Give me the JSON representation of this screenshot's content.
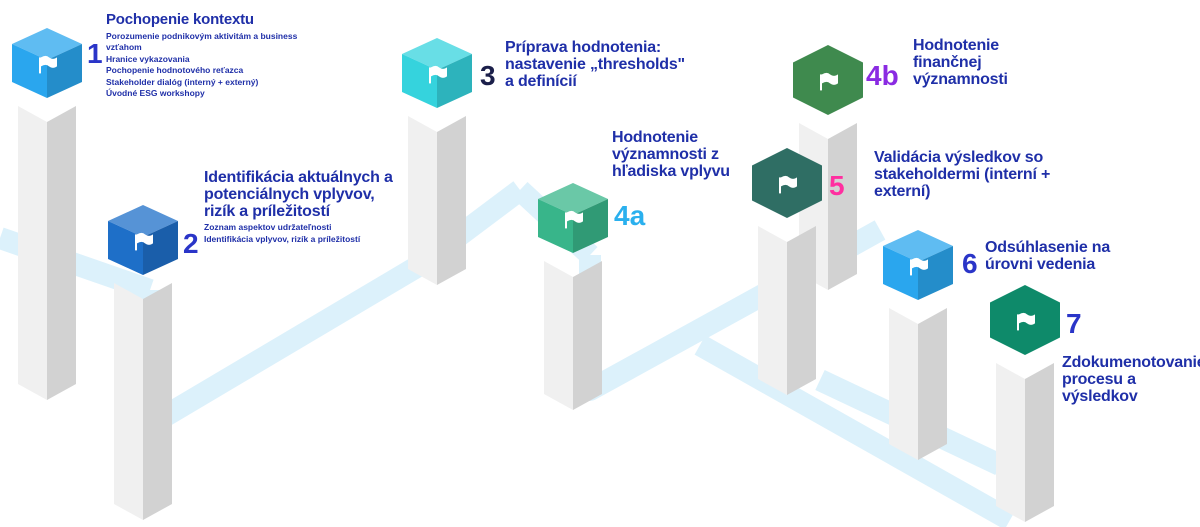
{
  "steps": [
    {
      "number": "1",
      "title": "Pochopenie kontextu",
      "items": [
        "Porozumenie podnikovým aktivitám a business vzťahom",
        "Hranice vykazovania",
        "Pochopenie hodnotového reťazca",
        "Stakeholder dialóg (interný + externý)",
        "Úvodné ESG workshopy"
      ],
      "color": "#2aa6ee",
      "number_color": "#2a35c8"
    },
    {
      "number": "2",
      "title": "Identifikácia aktuálnych a potenciálnych vplyvov, rizík a príležitostí",
      "items": [
        "Zoznam aspektov udržateľnosti",
        "Identifikácia vplyvov, rizík a príležitostí"
      ],
      "color": "#1e6fc8",
      "number_color": "#2a35c8"
    },
    {
      "number": "3",
      "title": "Príprava hodnotenia: nastavenie „thresholds\" a definícií",
      "items": [],
      "color": "#35d3dd",
      "number_color": "#1b1f4a"
    },
    {
      "number": "4a",
      "title": "Hodnotenie významnosti z hľadiska vplyvu",
      "items": [],
      "color": "#38b58a",
      "number_color": "#2ab0ee"
    },
    {
      "number": "4b",
      "title": "Hodnotenie finančnej významnosti",
      "items": [],
      "color": "#3f8a4e",
      "number_color": "#8a2be2"
    },
    {
      "number": "5",
      "title": "Validácia výsledkov so stakeholdermi (interní + externí)",
      "items": [],
      "color": "#2f6e64",
      "number_color": "#ff2fa0"
    },
    {
      "number": "6",
      "title": "Odsúhlasenie na úrovni vedenia",
      "items": [],
      "color": "#2aa6ee",
      "number_color": "#2a35c8"
    },
    {
      "number": "7",
      "title": "Zdokumenotovanie procesu a výsledkov",
      "items": [],
      "color": "#0e8a6a",
      "number_color": "#2a35c8"
    }
  ],
  "colors": {
    "text": "#1f2fa8",
    "path": "#dcf1fb",
    "pillar_light": "#f0f0f0",
    "pillar_dark": "#d2d2d2"
  }
}
